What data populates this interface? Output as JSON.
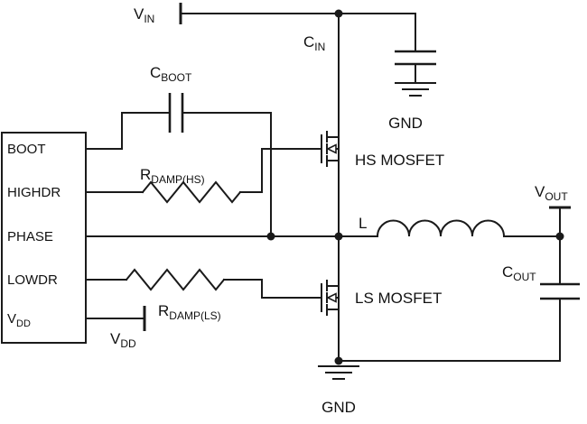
{
  "colors": {
    "line": "#1a1a1a",
    "background": "#ffffff"
  },
  "ic": {
    "pins": [
      {
        "main": "BOOT",
        "sub": ""
      },
      {
        "main": "HIGHDR",
        "sub": ""
      },
      {
        "main": "PHASE",
        "sub": ""
      },
      {
        "main": "LOWDR",
        "sub": ""
      },
      {
        "main": "V",
        "sub": "DD"
      }
    ]
  },
  "labels": {
    "vin": {
      "main": "V",
      "sub": "IN"
    },
    "cin": {
      "main": "C",
      "sub": "IN"
    },
    "gnd_top": {
      "main": "GND",
      "sub": ""
    },
    "cboot": {
      "main": "C",
      "sub": "BOOT"
    },
    "rdamp_hs": {
      "main": "R",
      "sub": "DAMP(HS)"
    },
    "hs_mosfet": {
      "main": "HS MOSFET",
      "sub": ""
    },
    "inductor": {
      "main": "L",
      "sub": ""
    },
    "vout": {
      "main": "V",
      "sub": "OUT"
    },
    "cout": {
      "main": "C",
      "sub": "OUT"
    },
    "rdamp_ls": {
      "main": "R",
      "sub": "DAMP(LS)"
    },
    "ls_mosfet": {
      "main": "LS MOSFET",
      "sub": ""
    },
    "vdd_supply": {
      "main": "V",
      "sub": "DD"
    },
    "gnd_bottom": {
      "main": "GND",
      "sub": ""
    }
  }
}
